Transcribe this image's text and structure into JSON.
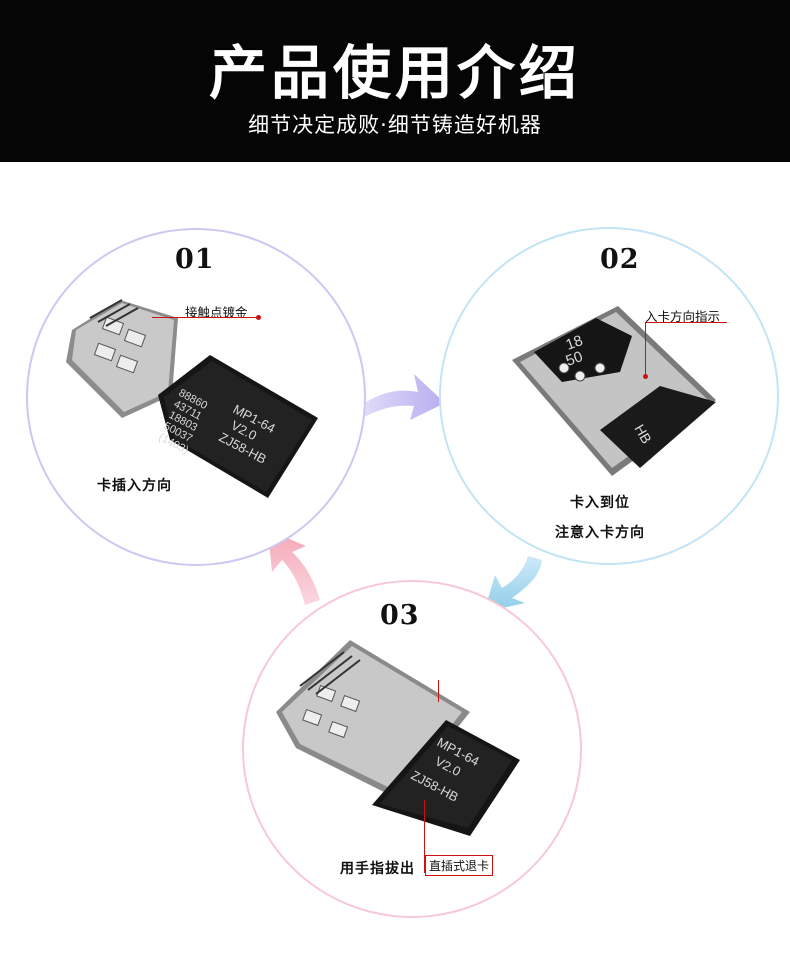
{
  "header": {
    "title": "产品使用介绍",
    "subtitle": "细节决定成败·细节铸造好机器"
  },
  "colors": {
    "header_bg": "#050505",
    "ring_1": "#cfc6f2",
    "ring_2": "#c2e4f4",
    "ring_3": "#f7c9d4",
    "annotation_red": "#cc1111"
  },
  "steps": [
    {
      "number": "01",
      "annotation": "接触点镀金",
      "caption": "卡插入方向",
      "card_lines_left": [
        "88860",
        "43711",
        "18803",
        "50037",
        "(1403)"
      ],
      "card_lines_right": [
        "MP1-64",
        "V2.0",
        "ZJ58-HB"
      ]
    },
    {
      "number": "02",
      "annotation": "入卡方向指示",
      "caption_1": "卡入到位",
      "caption_2": "注意入卡方向",
      "card_lines": [
        "18",
        "50",
        "HB"
      ]
    },
    {
      "number": "03",
      "annotation": "直插式退卡",
      "caption": "用手指拔出",
      "card_lines": [
        "MP1-64",
        "V2.0",
        "ZJ58-HB"
      ]
    }
  ]
}
